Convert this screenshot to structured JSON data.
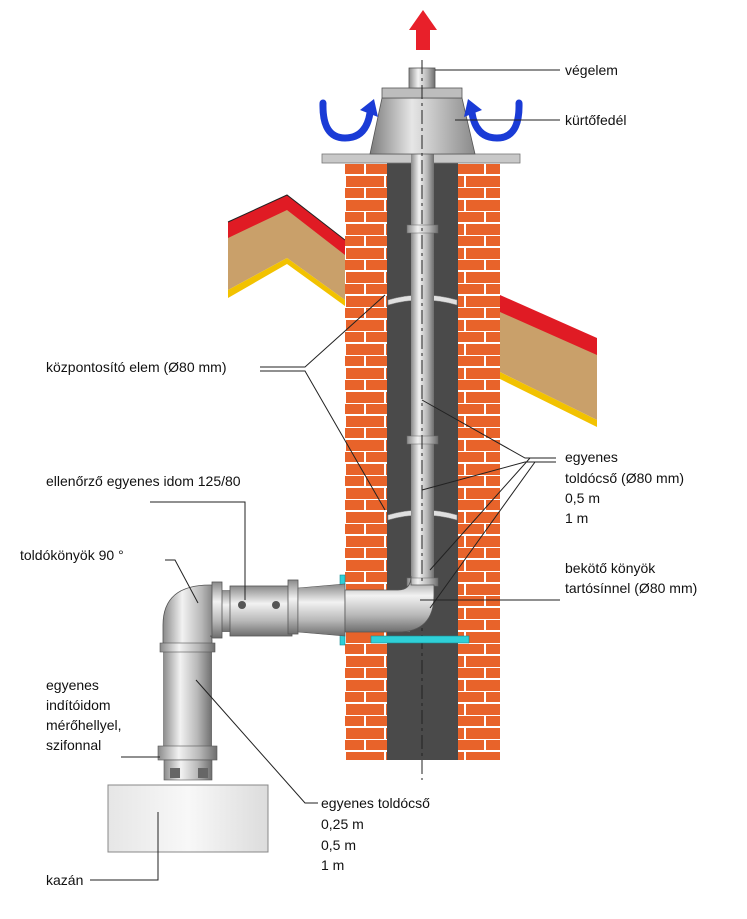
{
  "labels": {
    "vegelem": "végelem",
    "kurtofedel": "kürtőfedél",
    "kozpontosito": "központosító elem (Ø80 mm)",
    "egyenes_toldocso_right": [
      "egyenes",
      "toldócső (Ø80 mm)",
      "0,5 m",
      "1 m"
    ],
    "ellenorzo": "ellenőrző egyenes idom 125/80",
    "toldokonyok": "toldókönyök 90 °",
    "bekoto": [
      "bekötő könyök",
      "tartósínnel (Ø80 mm)"
    ],
    "indito": [
      "egyenes",
      "indítóidom",
      "mérőhellyel,",
      "szifonnal"
    ],
    "egyenes_toldocso_bottom": [
      "egyenes toldócső",
      "0,25 m",
      "0,5 m",
      "1 m"
    ],
    "kazan": "kazán"
  },
  "colors": {
    "brick": "#e8632a",
    "mortar": "#ffffff",
    "flue": "#4a4a4a",
    "pipe": "#c8c8c8",
    "arrow_red": "#e8202a",
    "arrow_blue": "#1a3bd6",
    "roof_red": "#e01b24",
    "roof_tan": "#c9a06a",
    "roof_yellow": "#f2c200",
    "rail_cyan": "#2fd0d8"
  }
}
